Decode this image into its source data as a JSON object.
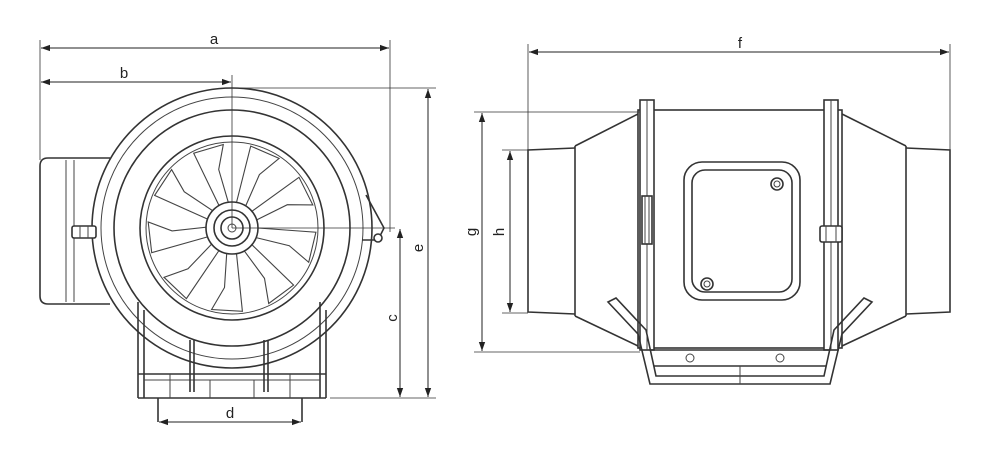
{
  "dimensions": {
    "a": "a",
    "b": "b",
    "c": "c",
    "d": "d",
    "e": "e",
    "f": "f",
    "g": "g",
    "h": "h"
  },
  "colors": {
    "line": "#333333",
    "background": "#ffffff"
  }
}
